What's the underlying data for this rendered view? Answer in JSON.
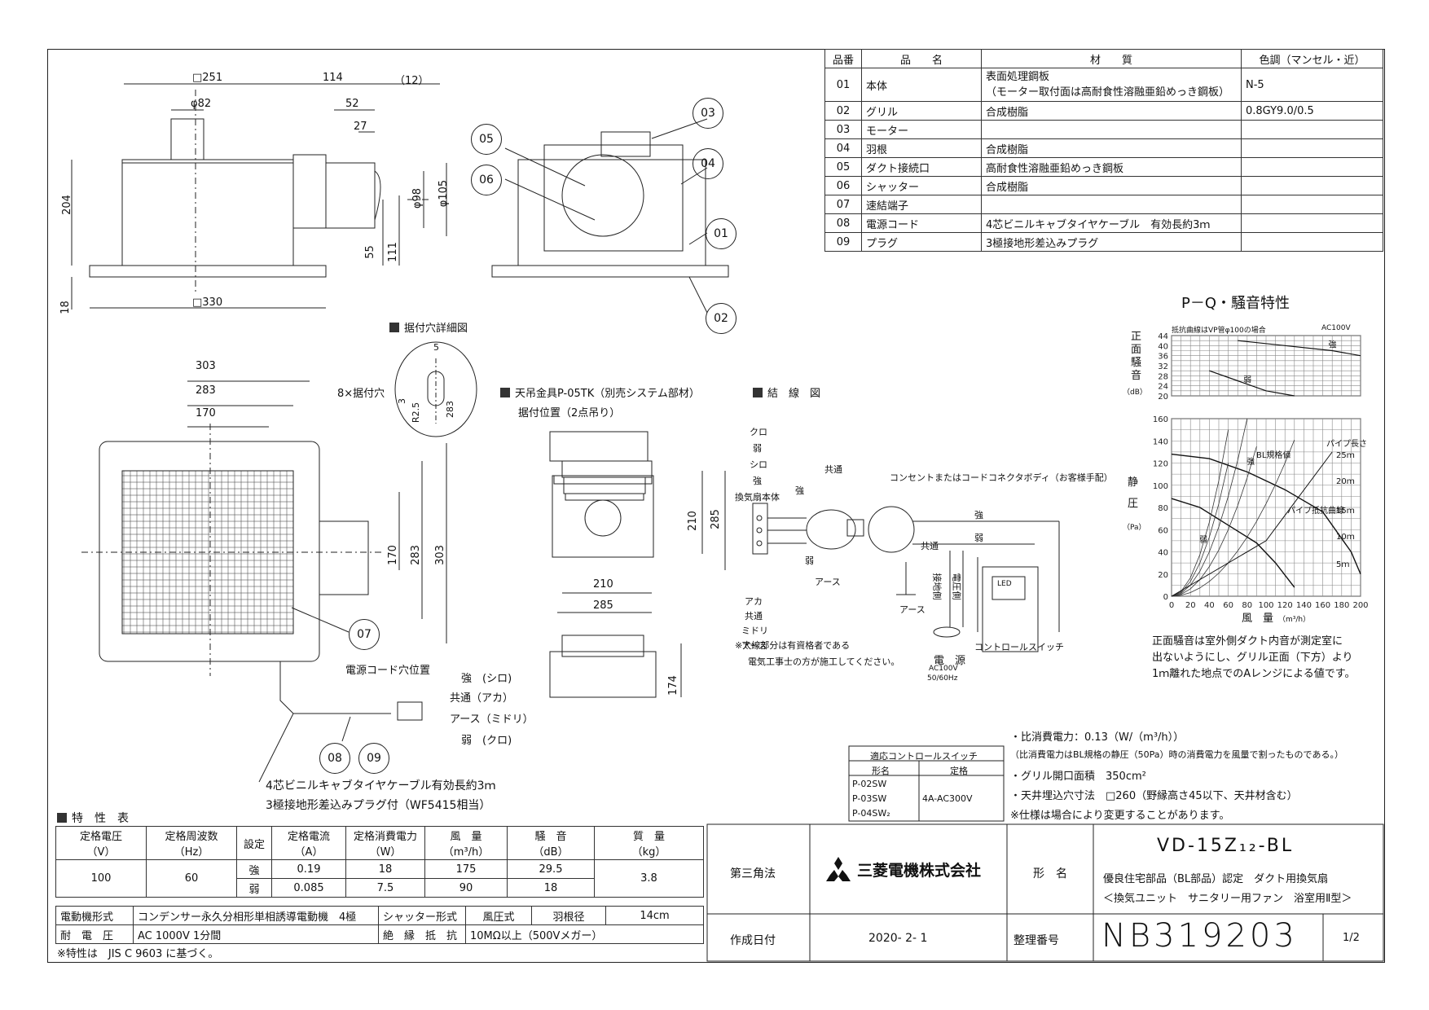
{
  "parts_table": {
    "headers": [
      "品番",
      "品　　名",
      "材　　質",
      "色調（マンセル・近）"
    ],
    "rows": [
      {
        "no": "01",
        "name": "本体",
        "material": "表面処理鋼板",
        "material2": "（モーター取付面は高耐食性溶融亜鉛めっき鋼板）",
        "color": "N-5"
      },
      {
        "no": "02",
        "name": "グリル",
        "material": "合成樹脂",
        "material2": "",
        "color": "0.8GY9.0/0.5"
      },
      {
        "no": "03",
        "name": "モーター",
        "material": "",
        "material2": "",
        "color": ""
      },
      {
        "no": "04",
        "name": "羽根",
        "material": "合成樹脂",
        "material2": "",
        "color": ""
      },
      {
        "no": "05",
        "name": "ダクト接続口",
        "material": "高耐食性溶融亜鉛めっき鋼板",
        "material2": "",
        "color": ""
      },
      {
        "no": "06",
        "name": "シャッター",
        "material": "合成樹脂",
        "material2": "",
        "color": ""
      },
      {
        "no": "07",
        "name": "速結端子",
        "material": "",
        "material2": "",
        "color": ""
      },
      {
        "no": "08",
        "name": "電源コード",
        "material": "4芯ビニルキャブタイヤケーブル　有効長約3ｍ",
        "material2": "",
        "color": ""
      },
      {
        "no": "09",
        "name": "プラグ",
        "material": "3極接地形差込みプラグ",
        "material2": "",
        "color": ""
      }
    ]
  },
  "side_view": {
    "dims": {
      "top_sq": "□251",
      "w114": "114",
      "w12": "（12）",
      "phi82": "φ82",
      "w52": "52",
      "w27": "27",
      "h204": "204",
      "phi98": "φ98",
      "phi105": "φ105",
      "h55": "55",
      "h111": "111",
      "h18": "18",
      "bottom_sq": "□330"
    }
  },
  "callouts": [
    "01",
    "02",
    "03",
    "04",
    "05",
    "06",
    "07",
    "08",
    "09"
  ],
  "mount_detail": {
    "title": "据付穴詳細図",
    "d5": "5",
    "d3": "3",
    "r": "R2.5",
    "d283": "283"
  },
  "bottom_view": {
    "d303": "303",
    "d283": "283",
    "d170": "170",
    "holes": "8×据付穴",
    "v170": "170",
    "v283": "283",
    "v303": "303",
    "cord_pos": "電源コード穴位置"
  },
  "cord_labels": [
    "強　(シロ)",
    "共通（アカ）",
    "アース（ミドリ）",
    "弱　(クロ)"
  ],
  "cord_note1": "4芯ビニルキャブタイヤケーブル有効長約3ｍ",
  "cord_note2": "3極接地形差込みプラグ付（WF5415相当）",
  "hanger": {
    "title": "天吊金具P-05TK（別売システム部材）",
    "subtitle": "据付位置（2点吊り）",
    "d210v": "210",
    "d285v": "285",
    "d210h": "210",
    "d285h": "285",
    "d174": "174"
  },
  "wiring": {
    "title": "結　線　図",
    "kuro": "クロ",
    "jaku1": "弱",
    "shiro": "シロ",
    "kyo1": "強",
    "unit": "換気扇本体",
    "aka": "アカ",
    "kyotsu1": "共通",
    "midori": "ミドリ",
    "earth1": "アース",
    "kyotsu2": "共通",
    "kyo2": "強",
    "jaku2": "弱",
    "earth2": "アース",
    "outlet": "コンセントまたはコードコネクタボディ（お客様手配）",
    "kyo3": "強",
    "jaku3": "弱",
    "kyotsu3": "共通",
    "earth3": "アース",
    "grounded": "接地側",
    "live": "電圧側",
    "power": "電　源",
    "power_v": "AC100V",
    "power_hz": "50/60Hz",
    "switch": "コントロールスイッチ",
    "led": "LED",
    "note1": "※太線部分は有資格者である",
    "note2": "電気工事士の方が施工してください。"
  },
  "pq_chart": {
    "title": "P－Q・騒音特性",
    "noise_note": "抵抗曲線はVP管φ100の場合",
    "ac": "AC100V",
    "noise_ylabel": [
      "正",
      "面",
      "騒",
      "音"
    ],
    "noise_unit": "（dB）",
    "noise_ticks": [
      "44",
      "40",
      "36",
      "32",
      "28",
      "24",
      "20"
    ],
    "p_ylabel": [
      "静",
      "圧"
    ],
    "p_unit": "（Pa）",
    "p_ticks": [
      "160",
      "140",
      "120",
      "100",
      "80",
      "60",
      "40",
      "20",
      "0"
    ],
    "x_ticks": [
      "0",
      "20",
      "40",
      "60",
      "80",
      "100",
      "120",
      "140",
      "160",
      "180",
      "200"
    ],
    "xlabel": "風　量",
    "x_unit": "（m³/h）",
    "labels": {
      "kyo": "強",
      "jaku": "弱",
      "bl": "BL規格値",
      "pipe": "パイプ長さ",
      "resist": "パイプ抵抗曲線",
      "m25": "25ｍ",
      "m20": "20ｍ",
      "m15": "15ｍ",
      "m10": "10ｍ",
      "m5": "5ｍ"
    }
  },
  "chart_note": [
    "正面騒音は室外側ダクト内音が測定室に",
    "出ないようにし、グリル正面（下方）より",
    "1ｍ離れた地点でのAレンジによる値です。"
  ],
  "spec_notes": [
    "・比消費電力：0.13（W/（m³/h））",
    "（比消費電力はBL規格の静圧（50Pa）時の消費電力を風量で割ったものである。）",
    "・グリル開口面積　350cm²",
    "・天井埋込穴寸法　□260（野縁高さ45以下、天井材含む）",
    "※仕様は場合により変更することがあります。"
  ],
  "switch_table": {
    "title": "適応コントロールスイッチ",
    "h1": "形名",
    "h2": "定格",
    "models": [
      "P-02SW",
      "P-03SW",
      "P-04SW₂"
    ],
    "rating": "4A-AC300V"
  },
  "char_table": {
    "title": "特　性　表",
    "headers": [
      {
        "a": "定格電圧",
        "b": "（V）"
      },
      {
        "a": "定格周波数",
        "b": "（Hz）"
      },
      {
        "a": "設定",
        "b": ""
      },
      {
        "a": "定格電流",
        "b": "（A）"
      },
      {
        "a": "定格消費電力",
        "b": "（W）"
      },
      {
        "a": "風　量",
        "b": "（m³/h）"
      },
      {
        "a": "騒　音",
        "b": "（dB）"
      },
      {
        "a": "質　量",
        "b": "（kg）"
      }
    ],
    "voltage": "100",
    "freq": "60",
    "mass": "3.8",
    "rows": [
      {
        "set": "強",
        "current": "0.19",
        "power": "18",
        "air": "175",
        "noise": "29.5"
      },
      {
        "set": "弱",
        "current": "0.085",
        "power": "7.5",
        "air": "90",
        "noise": "18"
      }
    ],
    "motor_label": "電動機形式",
    "motor": "コンデンサー永久分相形単相誘導電動機　4極",
    "shutter_label": "シャッター形式",
    "shutter": "風圧式",
    "blade_label": "羽根径",
    "blade": "14cm",
    "withstand_label": "耐　電　圧",
    "withstand": "AC 1000V 1分間",
    "insul_label": "絶　縁　抵　抗",
    "insul": "10MΩ以上（500Vメガー）",
    "note": "※特性は　JIS C 9603 に基づく。"
  },
  "title_block": {
    "projection": "第三角法",
    "company": "三菱電機株式会社",
    "model_label": "形　名",
    "model": "VD-15Z₁₂-BL",
    "desc1": "優良住宅部品（BL部品）認定　ダクト用換気扇",
    "desc2": "＜換気ユニット　サニタリー用ファン　浴室用Ⅱ型＞",
    "date_label": "作成日付",
    "date": "2020- 2- 1",
    "ref_label": "整理番号",
    "ref": "NB319203",
    "page": "1/2"
  }
}
